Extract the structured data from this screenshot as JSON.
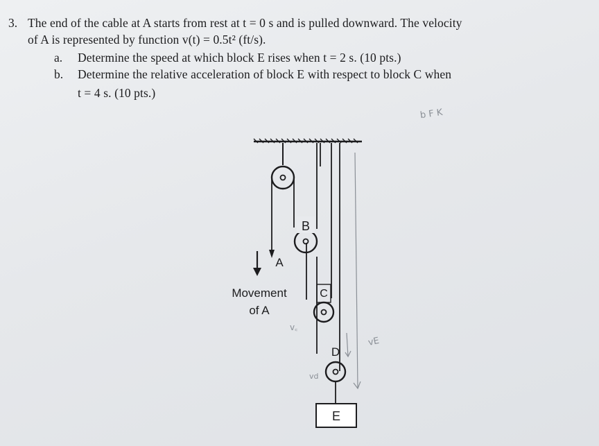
{
  "problem": {
    "number": "3.",
    "line1": "The end of the cable at A starts from rest at t = 0 s and is pulled downward. The velocity",
    "line2": "of A is represented by function v(t) = 0.5t² (ft/s).",
    "part_a_marker": "a.",
    "part_a": "Determine the speed at which block E rises when t = 2 s. (10 pts.)",
    "part_b_marker": "b.",
    "part_b_line1": "Determine the relative acceleration of block E with respect to block C when",
    "part_b_line2": "t = 4 s. (10 pts.)"
  },
  "diagram": {
    "label_b": "B",
    "label_c": "C",
    "label_d": "D",
    "label_e": "E",
    "label_a": "A",
    "movement_line1": "Movement",
    "movement_line2": "of A"
  },
  "handwriting": {
    "note_top": "b F K",
    "note_vc": "v꜀",
    "note_ve": "vE",
    "note_vd": "vd"
  },
  "colors": {
    "ink": "#1c1c1e",
    "pencil": "#8a8f96",
    "paper": "#e6e8eb"
  }
}
